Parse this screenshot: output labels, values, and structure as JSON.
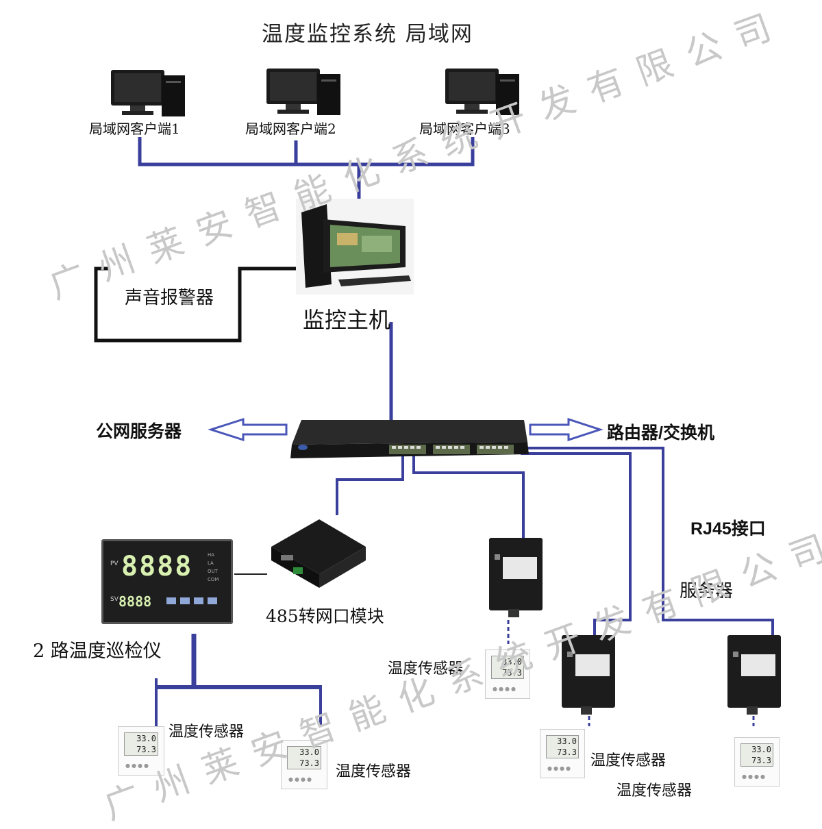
{
  "diagram": {
    "title": "温度监控系统    局域网",
    "lan_clients": [
      "局域网客户端1",
      "局域网客户端2",
      "局域网客户端3"
    ],
    "host_label": "监控主机",
    "alarm_label": "声音报警器",
    "public_server_label": "公网服务器",
    "router_label": "路由器/交换机",
    "rj45_label": "RJ45接口",
    "server_label": "服务器",
    "module_label": "485转网口模块",
    "inspector_label": "2 路温度巡检仪",
    "inspector_pv": "8888",
    "inspector_sv": "8888",
    "inspector_tags": [
      "PV",
      "SV"
    ],
    "inspector_leds": [
      "HA",
      "LA",
      "OUT",
      "COM"
    ],
    "sensor_labels": [
      "温度传感器",
      "温度传感器",
      "温度传感器",
      "温度传感器",
      "温度传感器"
    ],
    "sensor_reading_top": "33.0",
    "sensor_reading_bottom": "73.3",
    "watermark": "广州莱安智能化系统开发有限公司"
  },
  "colors": {
    "line_blue": "#3a3f9c",
    "line_black": "#111111",
    "arrow_blue": "#4a56b8",
    "device_dark": "#1c1c1c",
    "watermark": "#c8c8c8"
  },
  "icons": [
    "desktop-pc-icon",
    "monitor-host-icon",
    "network-switch-icon",
    "converter-module-icon",
    "transmitter-box-icon",
    "temperature-sensor-icon",
    "controller-display-icon"
  ]
}
